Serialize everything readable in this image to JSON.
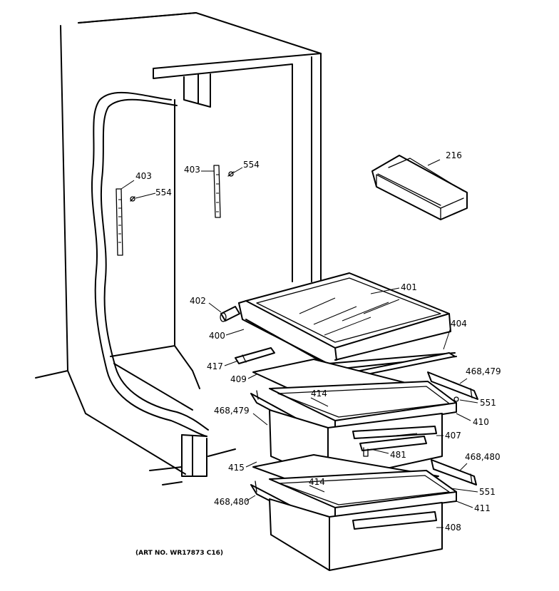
{
  "labels": {
    "p216": "216",
    "p403a": "403",
    "p554a": "554",
    "p403b": "403",
    "p554b": "554",
    "p401": "401",
    "p402": "402",
    "p400": "400",
    "p404": "404",
    "p417": "417",
    "p409": "409",
    "p468_479a": "468,479",
    "p414a": "414",
    "p551a": "551",
    "p468_479b": "468,479",
    "p410": "410",
    "p407": "407",
    "p481": "481",
    "p415": "415",
    "p468_480a": "468,480",
    "p414b": "414",
    "p551b": "551",
    "p468_480b": "468,480",
    "p411": "411",
    "p408": "408"
  },
  "art_number": "(ART NO. WR17873 C16)"
}
